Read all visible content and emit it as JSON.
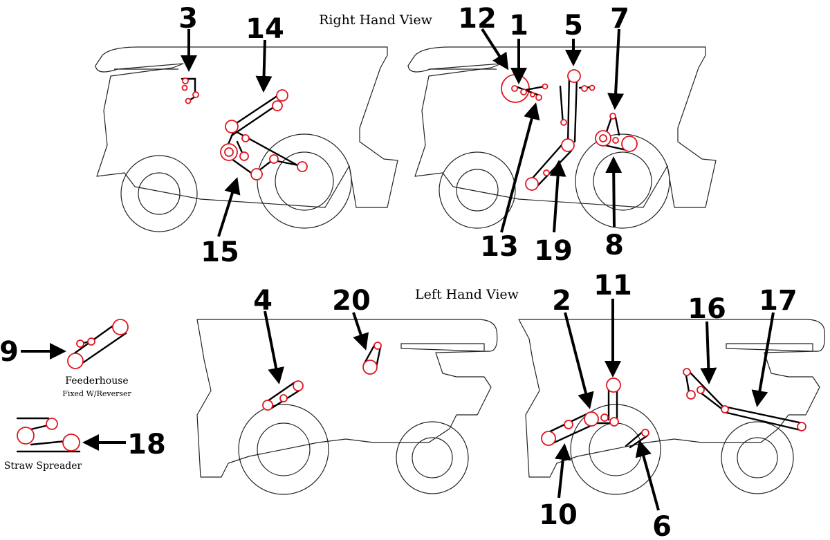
{
  "titles": {
    "right": "Right Hand View",
    "left": "Left Hand View"
  },
  "captions": {
    "feederhouse": "Feederhouse",
    "feederhouse_sub": "Fixed W/Reverser",
    "straw": "Straw Spreader"
  },
  "labels": {
    "n1": "1",
    "n2": "2",
    "n3": "3",
    "n4": "4",
    "n5": "5",
    "n6": "6",
    "n7": "7",
    "n8": "8",
    "n9": "9",
    "n10": "10",
    "n11": "11",
    "n12": "12",
    "n13": "13",
    "n14": "14",
    "n15": "15",
    "n16": "16",
    "n17": "17",
    "n18": "18",
    "n19": "19",
    "n20": "20"
  },
  "colors": {
    "pulley": "#e0141e",
    "belt": "#000000",
    "outline": "#222222"
  }
}
